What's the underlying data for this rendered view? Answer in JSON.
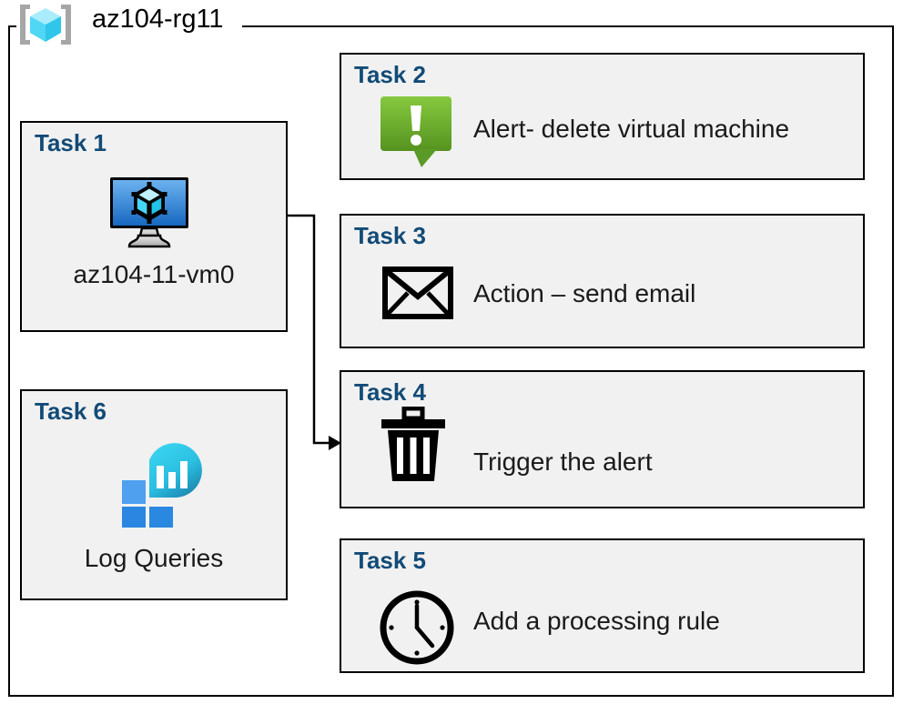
{
  "diagram": {
    "resource_group": {
      "name": "az104-rg11",
      "icon": "azure-resource-group-icon"
    },
    "colors": {
      "task_title": "#124b77",
      "card_background": "#f1f1f1",
      "card_border": "#000000",
      "alert_green_light": "#8cc63f",
      "alert_green_dark": "#5d9a26",
      "vm_blue_light": "#64a9ea",
      "vm_blue_dark": "#1668c0",
      "logs_square_light": "#4fa0ef",
      "logs_square_dark": "#2a86e0",
      "logs_blob_light": "#32ccec",
      "logs_blob_dark": "#1b84ae",
      "rg_cube_light": "#a9ecfb",
      "rg_cube_mid": "#50d7f5",
      "rg_bracket": "#a6a6a6",
      "line": "#000000"
    },
    "tasks": [
      {
        "id": "task1",
        "title": "Task 1",
        "caption": "az104-11-vm0",
        "label": "",
        "icon": "virtual-machine-icon",
        "column": "left"
      },
      {
        "id": "task2",
        "title": "Task 2",
        "caption": "",
        "label": "Alert- delete virtual machine",
        "icon": "alert-callout-icon",
        "column": "right"
      },
      {
        "id": "task3",
        "title": "Task 3",
        "caption": "",
        "label": "Action – send email",
        "icon": "envelope-icon",
        "column": "right"
      },
      {
        "id": "task4",
        "title": "Task 4",
        "caption": "",
        "label": "Trigger the alert",
        "icon": "trash-can-icon",
        "column": "right"
      },
      {
        "id": "task5",
        "title": "Task 5",
        "caption": "",
        "label": "Add a processing rule",
        "icon": "clock-icon",
        "column": "right"
      },
      {
        "id": "task6",
        "title": "Task 6",
        "caption": "Log Queries",
        "label": "",
        "icon": "log-queries-icon",
        "column": "left"
      }
    ],
    "connector": {
      "from": "task1-virtual-machine-icon",
      "to": "task4",
      "style": "elbow-arrow"
    }
  }
}
